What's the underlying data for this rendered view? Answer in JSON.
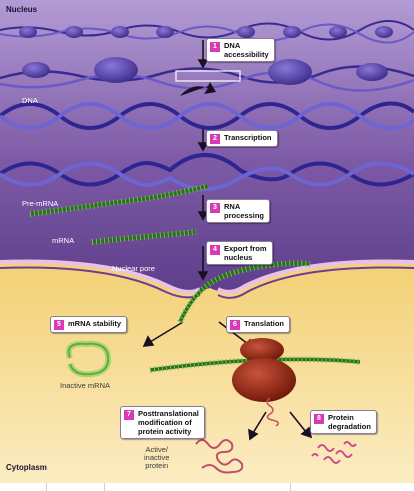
{
  "regions": {
    "nucleus": "Nucleus",
    "cytoplasm": "Cytoplasm"
  },
  "labels": {
    "dna": "DNA",
    "pre_mrna": "Pre-mRNA",
    "mrna": "mRNA",
    "nuclear_pore": "Nuclear pore",
    "inactive_mrna": "Inactive mRNA",
    "active_inactive_protein": "Active/\ninactive\nprotein"
  },
  "steps": [
    {
      "number": "1",
      "text": "DNA\naccessibility"
    },
    {
      "number": "2",
      "text": "Transcription"
    },
    {
      "number": "3",
      "text": "RNA\nprocessing"
    },
    {
      "number": "4",
      "text": "Export from\nnucleus"
    },
    {
      "number": "5",
      "text": "mRNA stability"
    },
    {
      "number": "6",
      "text": "Translation"
    },
    {
      "number": "7",
      "text": "Posttranslational\nmodification of\nprotein activity"
    },
    {
      "number": "8",
      "text": "Protein\ndegradation"
    }
  ],
  "colors": {
    "nucleus": "#7d5aa6",
    "nucleus_light": "#a98fcb",
    "cytoplasm": "#f5d98c",
    "dna": "#4636a6",
    "rna": "#3e8a2a",
    "ribosome": "#8b2413",
    "protein": "#c0506a",
    "step_badge": "#d63ab4"
  }
}
